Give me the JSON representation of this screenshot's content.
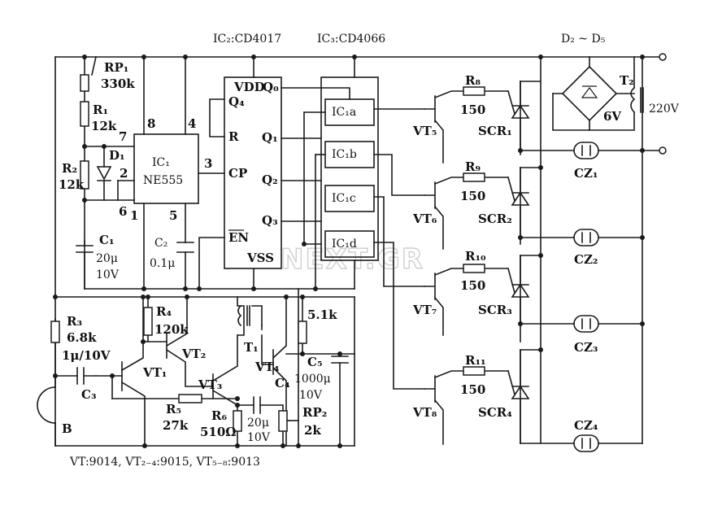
{
  "labels": {
    "ic2_header": "IC₂:CD4017",
    "ic3_header": "IC₃:CD4066",
    "diodes_header": "D₂ ~ D₅",
    "rp1": "RP₁",
    "rp1_val": "330k",
    "r1": "R₁",
    "r1_val": "12k",
    "r2": "R₂",
    "r2_val": "12k",
    "d1": "D₁",
    "ic1": "IC₁",
    "ic1_type": "NE555",
    "pin7": "7",
    "pin8": "8",
    "pin4": "4",
    "pin2": "2",
    "pin6": "6",
    "pin1": "1",
    "pin5": "5",
    "pin3": "3",
    "c1": "C₁",
    "c1_val": "20μ",
    "c1_volt": "10V",
    "c2": "C₂",
    "c2_val": "0.1μ",
    "vdd": "VDD",
    "q0": "Q₀",
    "q4": "Q₄",
    "r_pin": "R",
    "q1": "Q₁",
    "cp": "CP",
    "q2": "Q₂",
    "q3": "Q₃",
    "en": "EN",
    "vss": "VSS",
    "ic1a": "IC₁a",
    "ic1b": "IC₁b",
    "ic1c": "IC₁c",
    "ic1d": "IC₁d",
    "r8": "R₈",
    "r8_val": "150",
    "r9": "R₉",
    "r9_val": "150",
    "r10": "R₁₀",
    "r10_val": "150",
    "r11": "R₁₁",
    "r11_val": "150",
    "vt5": "VT₅",
    "vt6": "VT₆",
    "vt7": "VT₇",
    "vt8": "VT₈",
    "scr1": "SCR₁",
    "scr2": "SCR₂",
    "scr3": "SCR₃",
    "scr4": "SCR₄",
    "t2": "T₂",
    "v6": "6V",
    "v220": "220V",
    "cz1": "CZ₁",
    "cz2": "CZ₂",
    "cz3": "CZ₃",
    "cz4": "CZ₄",
    "r3": "R₃",
    "r3_val": "6.8k",
    "r4": "R₄",
    "r4_val": "120k",
    "c3_val": "1μ/10V",
    "c3": "C₃",
    "vt1": "VT₁",
    "vt2": "VT₂",
    "vt3": "VT₃",
    "vt4": "VT₄",
    "t1": "T₁",
    "r51k": "5.1k",
    "c5": "C₅",
    "c5_val": "1000μ",
    "c5_volt": "10V",
    "c4": "C₄",
    "c4_val": "20μ",
    "c4_volt": "10V",
    "r5": "R₅",
    "r5_val": "27k",
    "r6": "R₆",
    "r6_val": "510Ω",
    "rp2": "RP₂",
    "rp2_val": "2k",
    "mic": "B",
    "footer": "VT:9014, VT₂₋₄:9015, VT₅₋₈:9013"
  },
  "watermark": "NEXT.GR"
}
